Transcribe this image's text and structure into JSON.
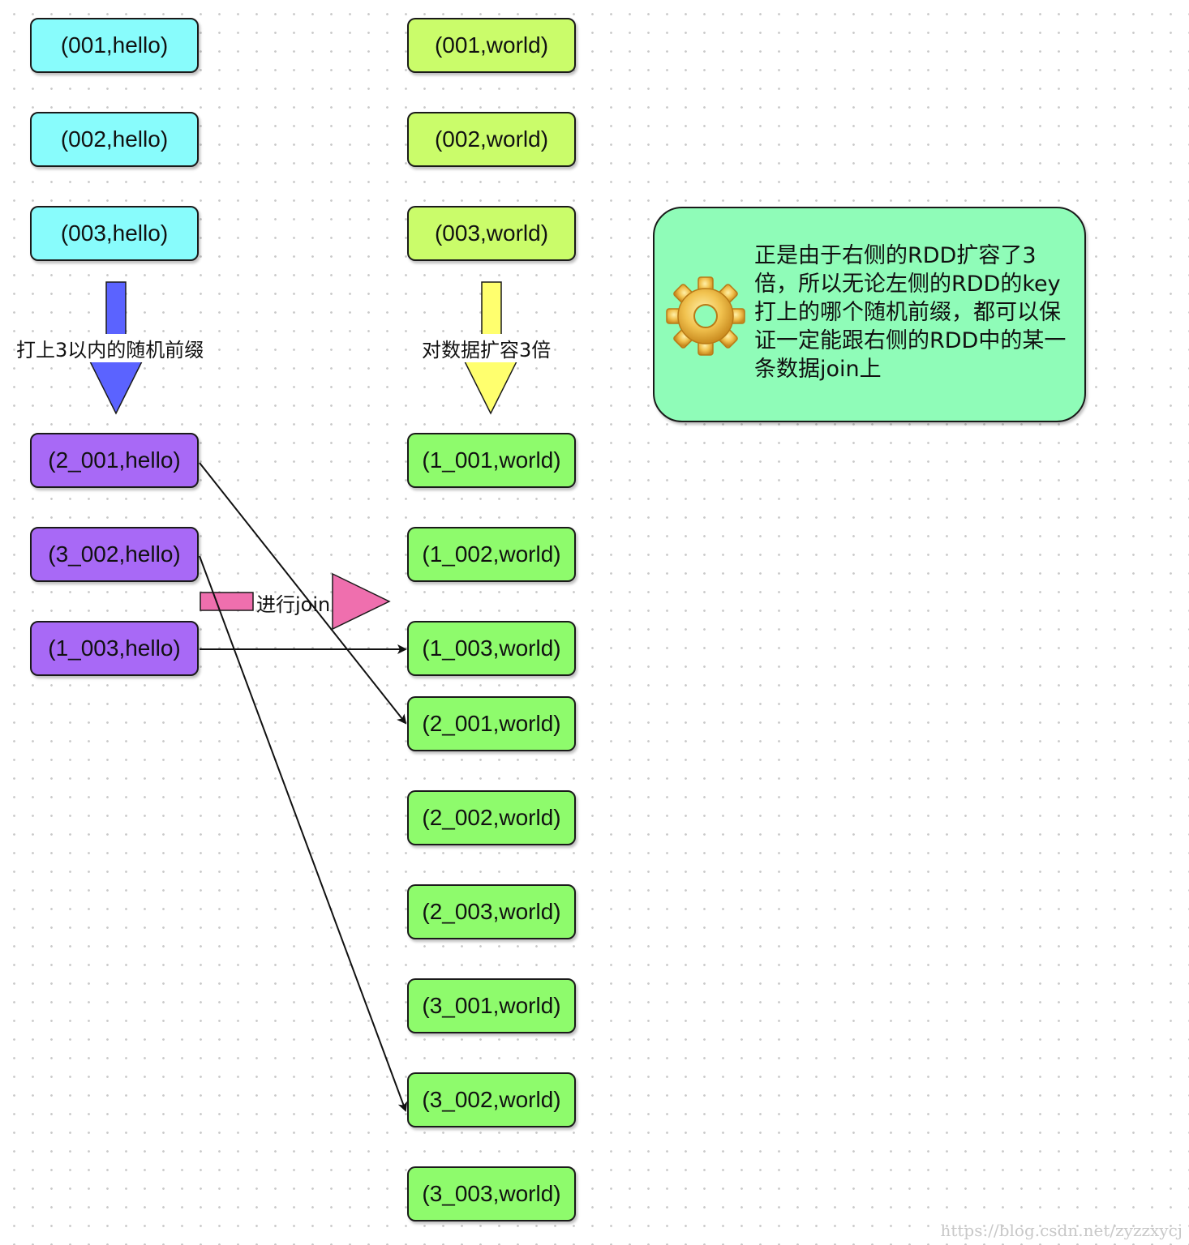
{
  "colors": {
    "hello_original": "#88fcfc",
    "world_original": "#cafc6a",
    "hello_prefixed": "#a869f6",
    "world_expanded": "#8efb6c",
    "prefix_arrow": "#5b63ff",
    "expand_arrow": "#ffff6e",
    "join_arrow": "#ef6fae",
    "note_fill": "#8ffcb8",
    "gear": "#e6b648"
  },
  "left_original": [
    "(001,hello)",
    "(002,hello)",
    "(003,hello)"
  ],
  "right_original": [
    "(001,world)",
    "(002,world)",
    "(003,world)"
  ],
  "left_prefixed": [
    "(2_001,hello)",
    "(3_002,hello)",
    "(1_003,hello)"
  ],
  "right_expanded": [
    "(1_001,world)",
    "(1_002,world)",
    "(1_003,world)",
    "(2_001,world)",
    "(2_002,world)",
    "(2_003,world)",
    "(3_001,world)",
    "(3_002,world)",
    "(3_003,world)"
  ],
  "labels": {
    "prefix_step": "打上3以内的随机前缀",
    "expand_step": "对数据扩容3倍",
    "join_step": "进行join"
  },
  "note": {
    "icon": "gear-icon",
    "text": "正是由于右侧的RDD扩容了3倍，所以无论左侧的RDD的key打上的哪个随机前缀，都可以保证一定能跟右侧的RDD中的某一条数据join上"
  },
  "watermark": "https://blog.csdn.net/zyzzxycj"
}
